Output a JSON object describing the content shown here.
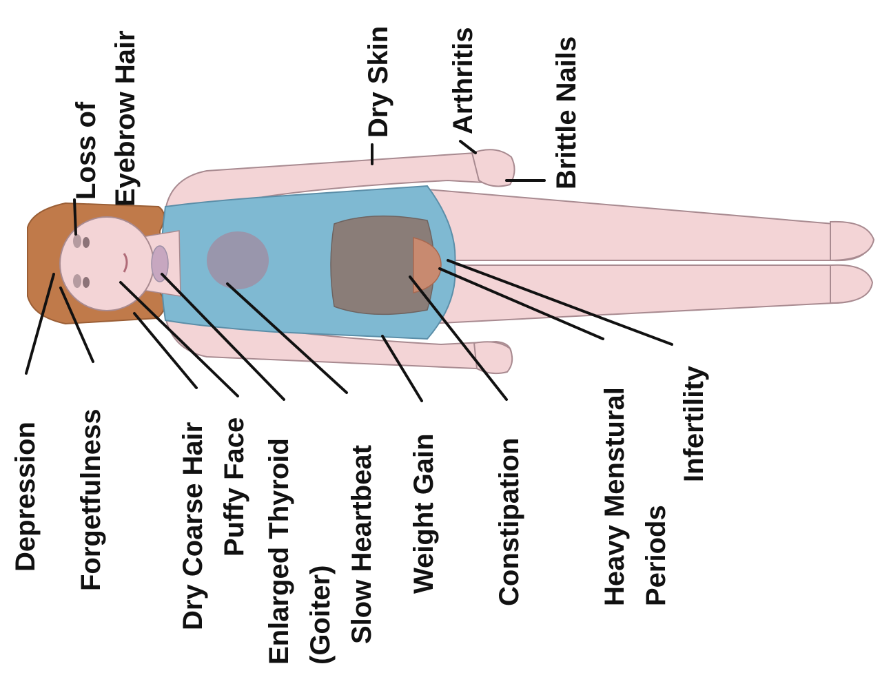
{
  "colors": {
    "background": "#ffffff",
    "skin": "#f3d4d6",
    "skin_outline": "#a88a90",
    "hair": "#c07a4a",
    "swimsuit": "#7fb9d2",
    "organs": "#8a7d78",
    "heart_thyroid": "#9d8fa6",
    "leader_line": "#111111"
  },
  "labels": {
    "depression": "Depression",
    "forgetfulness": "Forgetfulness",
    "dry_coarse_hair": "Dry Coarse Hair",
    "puffy_face": "Puffy Face",
    "enlarged_thyroid_1": "Enlarged Thyroid",
    "enlarged_thyroid_2": "(Goiter)",
    "slow_heartbeat": "Slow Heartbeat",
    "weight_gain": "Weight Gain",
    "constipation": "Constipation",
    "heavy_menstural_1": "Heavy Menstural",
    "heavy_menstural_2": "Periods",
    "infertility": "Infertility",
    "loss_of_eyebrow_1": "Loss of",
    "loss_of_eyebrow_2": "Eyebrow Hair",
    "dry_skin": "Dry Skin",
    "arthritis": "Arthritis",
    "brittle_nails": "Brittle Nails"
  }
}
